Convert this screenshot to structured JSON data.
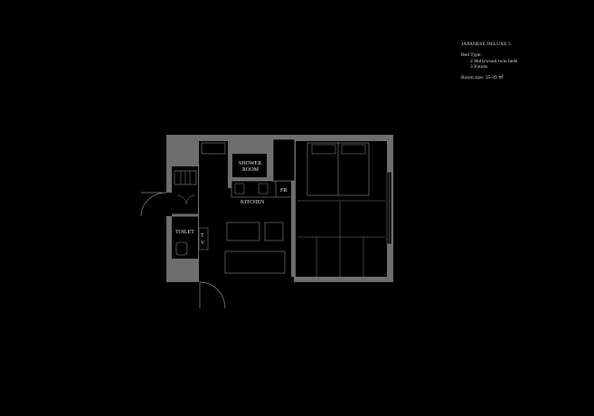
{
  "room": {
    "name": "JAPANESE DELUXE 5",
    "bed_type_label": "Bed Type:",
    "beds": [
      "2 Hollywood twin beds",
      "3 Futons"
    ],
    "room_size": "Room size: 35-39 ㎡"
  },
  "plan": {
    "labels": {
      "shower_line1": "SHOWER",
      "shower_line2": "ROOM",
      "kitchen": "KITCHEN",
      "fridge": "FR",
      "toilet": "TOILET",
      "tv": "TV"
    },
    "colors": {
      "background": "#000000",
      "wall": "#6e6e6e",
      "floor": "#000000",
      "lines": "#8c8c8c",
      "text": "#d9d9d9"
    }
  }
}
